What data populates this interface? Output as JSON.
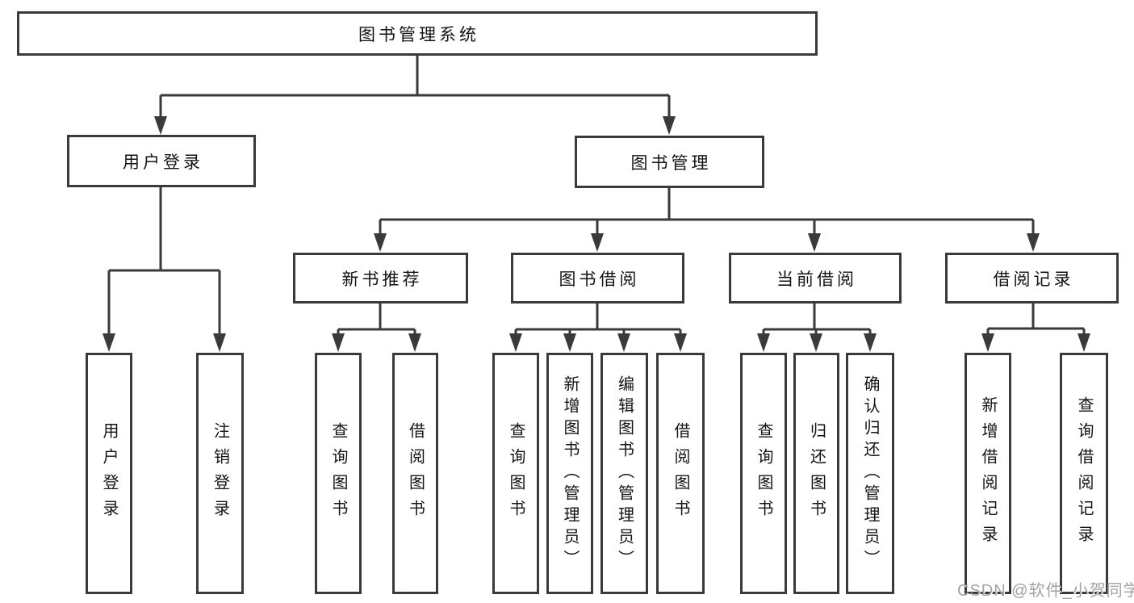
{
  "tree": {
    "root": {
      "label": "图书管理系统",
      "children": [
        {
          "label": "用户登录",
          "children": [
            {
              "label": "用户登录"
            },
            {
              "label": "注销登录"
            }
          ]
        },
        {
          "label": "图书管理",
          "children": [
            {
              "label": "新书推荐",
              "children": [
                {
                  "label": "查询图书"
                },
                {
                  "label": "借阅图书"
                }
              ]
            },
            {
              "label": "图书借阅",
              "children": [
                {
                  "label": "查询图书"
                },
                {
                  "label": "新增图书（管理员）"
                },
                {
                  "label": "编辑图书（管理员）"
                },
                {
                  "label": "借阅图书"
                }
              ]
            },
            {
              "label": "当前借阅",
              "children": [
                {
                  "label": "查询图书"
                },
                {
                  "label": "归还图书"
                },
                {
                  "label": "确认归还（管理员）"
                }
              ]
            },
            {
              "label": "借阅记录",
              "children": [
                {
                  "label": "新增借阅记录"
                },
                {
                  "label": "查询借阅记录"
                }
              ]
            }
          ]
        }
      ]
    }
  },
  "watermark": {
    "text": "CSDN @软件_小贺同学"
  },
  "colors": {
    "line": "#3a3a3a",
    "box_border": "#3a3a3a",
    "box_fill": "#ffffff",
    "text": "#141414",
    "watermark": "#a3a3a3",
    "background": "#ffffff"
  }
}
